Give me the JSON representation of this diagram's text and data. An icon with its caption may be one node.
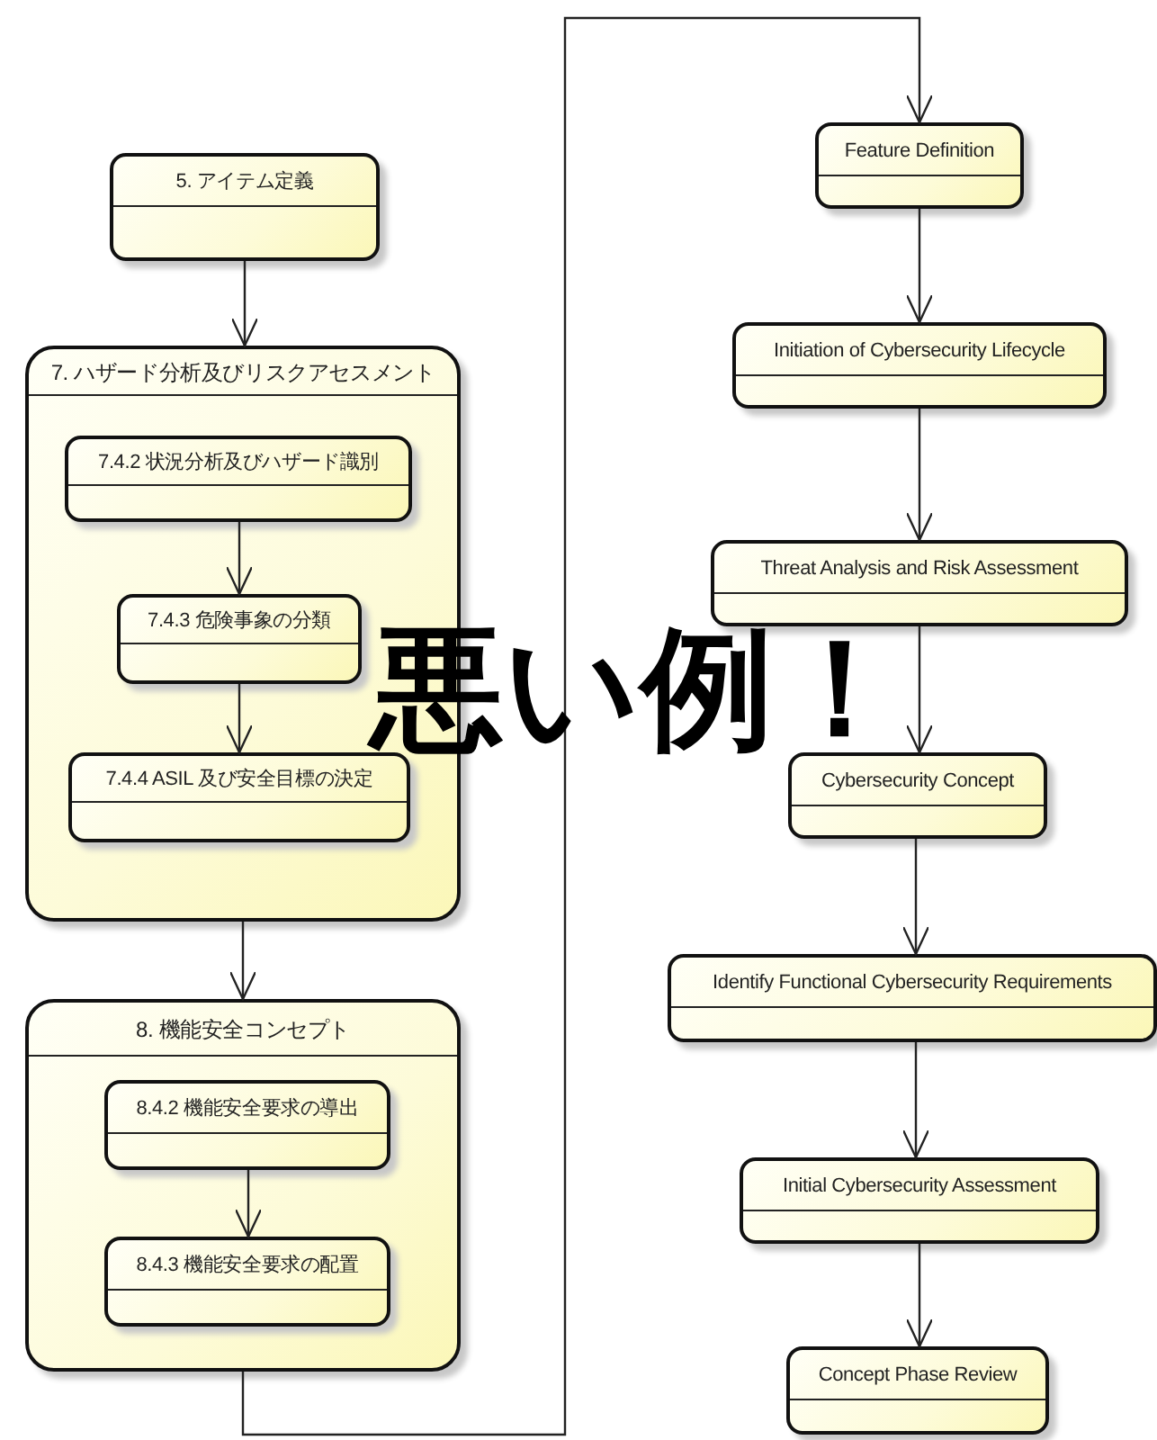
{
  "diagram": {
    "nodes": [
      {
        "text": [
          "5. アイテム定義"
        ]
      },
      {
        "text": [
          "7. ハザード分析及びリスクアセスメント"
        ]
      },
      {
        "text": [
          "7.4.2 状況分析及びハザード識別"
        ],
        "in": 1
      },
      {
        "text": [
          "7.4.3 危険事象の分類"
        ],
        "in": 1
      },
      {
        "text": [
          "7.4.4 ASIL 及び安全目標の決定"
        ],
        "in": 1
      },
      {
        "text": [
          "8. 機能安全コンセプト"
        ]
      },
      {
        "text": [
          "8.4.2 機能安全要求の導出"
        ],
        "in": 5
      },
      {
        "text": [
          "8.4.3 機能安全要求の配置"
        ],
        "in": 5
      },
      {
        "text": [
          "Feature Definition"
        ]
      },
      {
        "text": [
          "Initiation of Cybersecurity Lifecycle"
        ]
      },
      {
        "text": [
          "Threat Analysis and Risk Assessment"
        ]
      },
      {
        "text": [
          "Cybersecurity Concept"
        ]
      },
      {
        "text": [
          "Identify Functional Cybersecurity Requirements"
        ]
      },
      {
        "text": [
          "Initial Cybersecurity Assessment"
        ]
      },
      {
        "text": [
          "Concept Phase Review"
        ]
      }
    ],
    "edges": [
      {
        "from": 0,
        "to": 1,
        "arrow": "to"
      },
      {
        "from": 2,
        "to": 3,
        "arrow": "to"
      },
      {
        "from": 3,
        "to": 4,
        "arrow": "to"
      },
      {
        "from": 1,
        "to": 5,
        "arrow": "to"
      },
      {
        "from": 6,
        "to": 7,
        "arrow": "to"
      },
      {
        "from": 5,
        "to": 8,
        "arrow": "to"
      },
      {
        "from": 8,
        "to": 9,
        "arrow": "to"
      },
      {
        "from": 9,
        "to": 10,
        "arrow": "to"
      },
      {
        "from": 10,
        "to": 11,
        "arrow": "to"
      },
      {
        "from": 11,
        "to": 12,
        "arrow": "to"
      },
      {
        "from": 12,
        "to": 13,
        "arrow": "to"
      },
      {
        "from": 13,
        "to": 14,
        "arrow": "to"
      }
    ],
    "labels": [
      "悪い例！"
    ]
  }
}
